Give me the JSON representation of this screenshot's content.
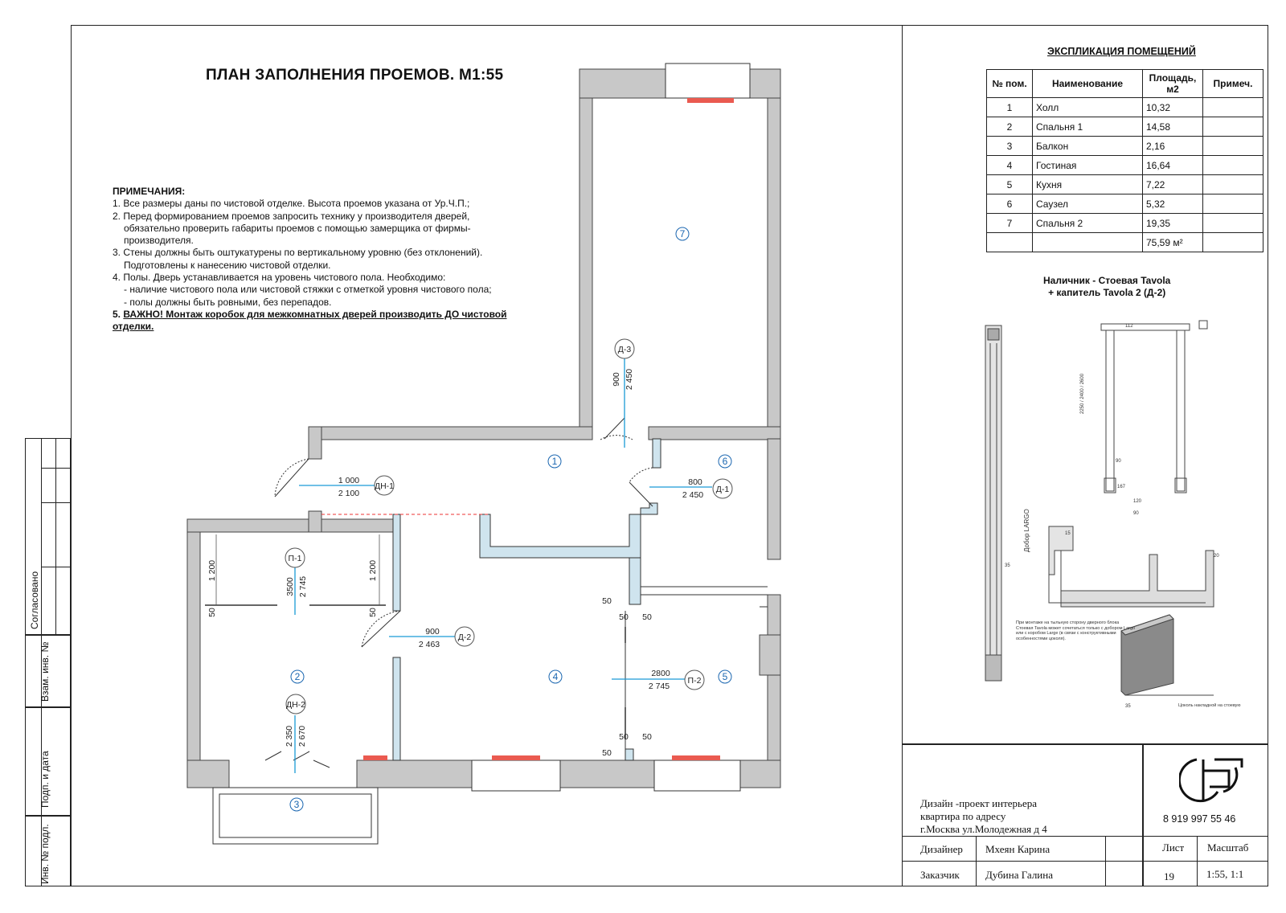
{
  "title": "ПЛАН ЗАПОЛНЕНИЯ ПРОЕМОВ. М1:55",
  "notes": {
    "heading": "ПРИМЕЧАНИЯ:",
    "lines": [
      "1. Все размеры даны по чистовой отделке. Высота проемов указана от Ур.Ч.П.;",
      "2. Перед формированием проемов запросить технику у производителя дверей,",
      "обязательно проверить габариты проемов с помощью замерщика от фирмы-",
      "производителя.",
      "3. Стены должны быть оштукатурены по вертикальному уровню (без отклонений).",
      "Подготовлены к нанесению чистовой отделки.",
      "4. Полы. Дверь устанавливается на уровень чистового пола. Необходимо:",
      "- наличие чистового пола или чистовой стяжки с отметкой уровня чистового пола;",
      "- полы должны быть ровными, без перепадов."
    ],
    "important_prefix": "5.",
    "important_1": "ВАЖНО! Монтаж коробок для межкомнатных дверей производить ДО чистовой",
    "important_2": "отделки."
  },
  "explication": {
    "title": "ЭКСПЛИКАЦИЯ ПОМЕЩЕНИЙ",
    "headers": [
      "№ пом.",
      "Наименование",
      "Площадь, м2",
      "Примеч."
    ],
    "rows": [
      [
        "1",
        "Холл",
        "10,32",
        ""
      ],
      [
        "2",
        "Спальня 1",
        "14,58",
        ""
      ],
      [
        "3",
        "Балкон",
        "2,16",
        ""
      ],
      [
        "4",
        "Гостиная",
        "16,64",
        ""
      ],
      [
        "5",
        "Кухня",
        "7,22",
        ""
      ],
      [
        "6",
        "Саузел",
        "5,32",
        ""
      ],
      [
        "7",
        "Спальня 2",
        "19,35",
        ""
      ],
      [
        "",
        "",
        "75,59 м²",
        ""
      ]
    ]
  },
  "casing": {
    "title_1": "Наличник - Стоевая Tavola",
    "title_2": "+ капитель Tavola 2 (Д-2)",
    "label_dobor": "Добор LARGO",
    "note": "При монтаже на тыльную сторону дверного блока Стоевая Tavola может сочетаться только с добором Largo или с коробом Large (в связи с конструктивными особенностями цоколя).",
    "note_bottom": "Цоколь накладной на стоевую",
    "dims": [
      "112",
      "2250 / 2400 / 2600",
      "90",
      "167",
      "120",
      "90",
      "15",
      "35",
      "20",
      "35"
    ]
  },
  "rooms": [
    "1",
    "2",
    "3",
    "4",
    "5",
    "6",
    "7"
  ],
  "doors": {
    "dn1": {
      "tag": "ДН-1",
      "w": "1 000",
      "h": "2 100"
    },
    "d1": {
      "tag": "Д-1",
      "w": "800",
      "h": "2 450"
    },
    "d2": {
      "tag": "Д-2",
      "w": "900",
      "h": "2 463"
    },
    "d3": {
      "tag": "Д-3",
      "w": "900",
      "h": "2 450"
    },
    "p1": {
      "tag": "П-1",
      "w": "3500",
      "h": "2 745"
    },
    "p2": {
      "tag": "П-2",
      "w": "2800",
      "h": "2 745"
    },
    "dn2": {
      "tag": "ДН-2",
      "w": "2 350",
      "h": "2 670"
    }
  },
  "dims_misc": {
    "d1200": "1 200",
    "d50": "50"
  },
  "left_strip": {
    "agreed": "Согласовано",
    "vzam": "Взам. инв. №",
    "podp": "Подп. и дата",
    "inv": "Инв. № подл."
  },
  "stamp": {
    "project_1": "Дизайн -проект интерьера",
    "project_2": "квартира  по адресу",
    "project_3": "г.Москва  ул.Молодежная д 4",
    "phone": "8 919 997 55 46",
    "designer_label": "Дизайнер",
    "designer": "Мхеян  Карина",
    "client_label": "Заказчик",
    "client": "Дубина  Галина",
    "sheet_label": "Лист",
    "sheet": "19",
    "scale_label": "Масштаб",
    "scale": "1:55,  1:1"
  }
}
